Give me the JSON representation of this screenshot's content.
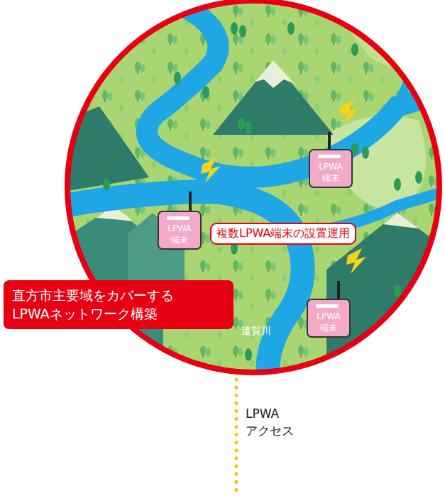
{
  "diagram": {
    "nodes": [
      {
        "text": [
          "LPWA 端末"
        ]
      },
      {
        "text": [
          "LPWA 端末"
        ]
      },
      {
        "text": [
          "複数LPWA端末の設置運用"
        ]
      },
      {
        "text": [
          "直方市主要域をカバーする LPWAネットワーク構築"
        ]
      },
      {
        "text": [
          "LPWA 端末"
        ]
      }
    ],
    "labels": [
      "遠賀川",
      "LPWA アクセス"
    ]
  }
}
